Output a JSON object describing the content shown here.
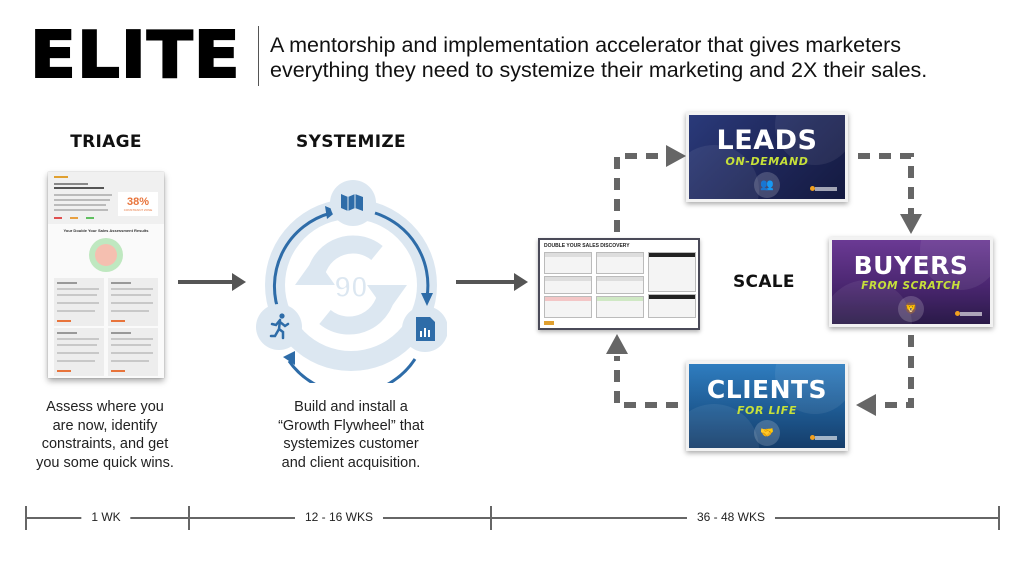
{
  "header": {
    "logo": "ELITE",
    "tagline_line1": "A mentorship and implementation accelerator that gives marketers",
    "tagline_line2": "everything they need to systemize their marketing and 2X their sales."
  },
  "phases": [
    {
      "title": "TRIAGE",
      "description_lines": [
        "Assess where you",
        "are now, identify",
        "constraints, and get",
        "you some quick wins."
      ],
      "image": {
        "type": "assessment-report",
        "heading_small": "Assessment complete...",
        "heading": "You've scored in the Constraint Zone",
        "score": "38%",
        "score_label": "CONSTRAINT ZONE",
        "results_title": "Your Double Your Sales Assessment Results"
      }
    },
    {
      "title": "SYSTEMIZE",
      "description_lines": [
        "Build and install a",
        "“Growth Flywheel” that",
        "systemizes customer",
        "and client acquisition."
      ],
      "image": {
        "type": "flywheel",
        "center_label": "90",
        "nodes": [
          "map-icon",
          "report-icon",
          "runner-icon"
        ]
      }
    },
    {
      "title": "SCALE",
      "image": {
        "type": "discovery-sheet",
        "title": "DOUBLE YOUR SALES DISCOVERY",
        "sections": [
          "ATTRACT",
          "CONVERT",
          "ACTION STEPS",
          "ASCEND",
          "ACCELERATE",
          "BOTTLENECKS",
          "OPPORTUNITIES",
          "90-DAY"
        ]
      },
      "cycle": [
        {
          "title": "LEADS",
          "subtitle": "ON-DEMAND",
          "icon": "people-icon",
          "color": "#1e2658"
        },
        {
          "title": "BUYERS",
          "subtitle": "FROM SCRATCH",
          "icon": "lion-icon",
          "color": "#4a2670"
        },
        {
          "title": "CLIENTS",
          "subtitle": "FOR LIFE",
          "icon": "handshake-icon",
          "color": "#1e5a92"
        }
      ]
    }
  ],
  "timeline": {
    "segments": [
      {
        "label": "1 WK"
      },
      {
        "label": "12 - 16 WKS"
      },
      {
        "label": "36 - 48 WKS"
      }
    ]
  },
  "colors": {
    "flywheel_blue": "#2e6ca8",
    "flywheel_light": "#dce7f1",
    "accent_green": "#c6e03a",
    "score_orange": "#e8743b",
    "arrow_gray": "#555555"
  }
}
